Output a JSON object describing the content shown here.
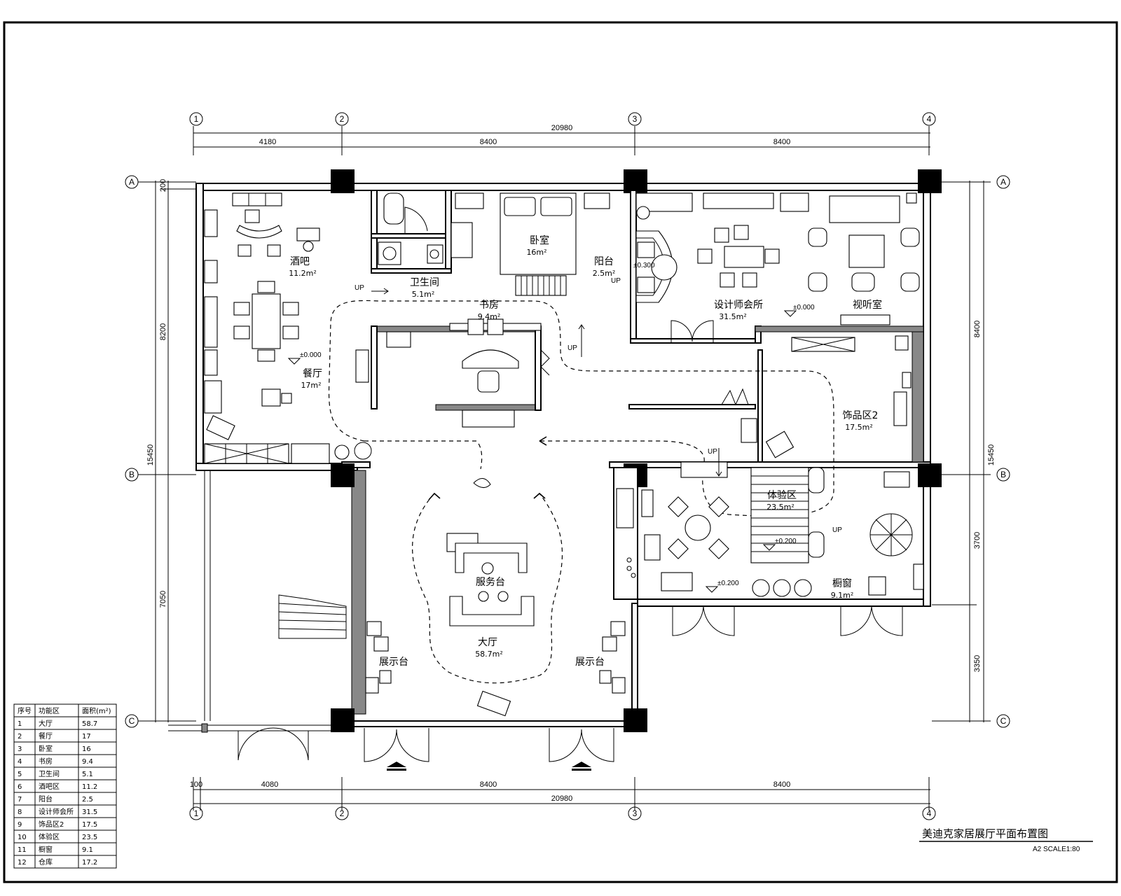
{
  "title": "美迪克家居展厅平面布置图",
  "scale_note": "A2 SCALE1:80",
  "axes": {
    "columns": [
      "1",
      "2",
      "3",
      "4"
    ],
    "rows": [
      "A",
      "B",
      "C"
    ]
  },
  "dimensions": {
    "top_total": "20980",
    "top_segments": [
      "4180",
      "8400",
      "8400"
    ],
    "bottom_total": "20980",
    "bottom_segments": [
      "100",
      "4080",
      "8400",
      "8400"
    ],
    "left_total": "15450",
    "left_segments": [
      "200",
      "8200",
      "7050"
    ],
    "right_total": "15450",
    "right_segments": [
      "8400",
      "3700",
      "3350"
    ]
  },
  "rooms": [
    {
      "name": "酒吧",
      "area": "11.2m²"
    },
    {
      "name": "餐厅",
      "area": "17m²"
    },
    {
      "name": "卫生间",
      "area": "5.1m²"
    },
    {
      "name": "卧室",
      "area": "16m²"
    },
    {
      "name": "书房",
      "area": "9.4m²"
    },
    {
      "name": "阳台",
      "area": "2.5m²"
    },
    {
      "name": "设计师会所",
      "area": "31.5m²"
    },
    {
      "name": "视听室",
      "area": ""
    },
    {
      "name": "饰品区2",
      "area": "17.5m²"
    },
    {
      "name": "体验区",
      "area": "23.5m²"
    },
    {
      "name": "橱窗",
      "area": "9.1m²"
    },
    {
      "name": "服务台",
      "area": ""
    },
    {
      "name": "大厅",
      "area": "58.7m²"
    },
    {
      "name": "展示台",
      "area": ""
    },
    {
      "name": "展示台",
      "area": ""
    }
  ],
  "levels": [
    "±0.000",
    "±0.000",
    "±0.200",
    "±0.200",
    "±0.300"
  ],
  "up_label": "UP",
  "table": {
    "headers": [
      "序号",
      "功能区",
      "面积(m²)"
    ],
    "rows": [
      [
        "1",
        "大厅",
        "58.7"
      ],
      [
        "2",
        "餐厅",
        "17"
      ],
      [
        "3",
        "卧室",
        "16"
      ],
      [
        "4",
        "书房",
        "9.4"
      ],
      [
        "5",
        "卫生间",
        "5.1"
      ],
      [
        "6",
        "酒吧区",
        "11.2"
      ],
      [
        "7",
        "阳台",
        "2.5"
      ],
      [
        "8",
        "设计师会所",
        "31.5"
      ],
      [
        "9",
        "饰品区2",
        "17.5"
      ],
      [
        "10",
        "体验区",
        "23.5"
      ],
      [
        "11",
        "橱窗",
        "9.1"
      ],
      [
        "12",
        "仓库",
        "17.2"
      ]
    ]
  }
}
